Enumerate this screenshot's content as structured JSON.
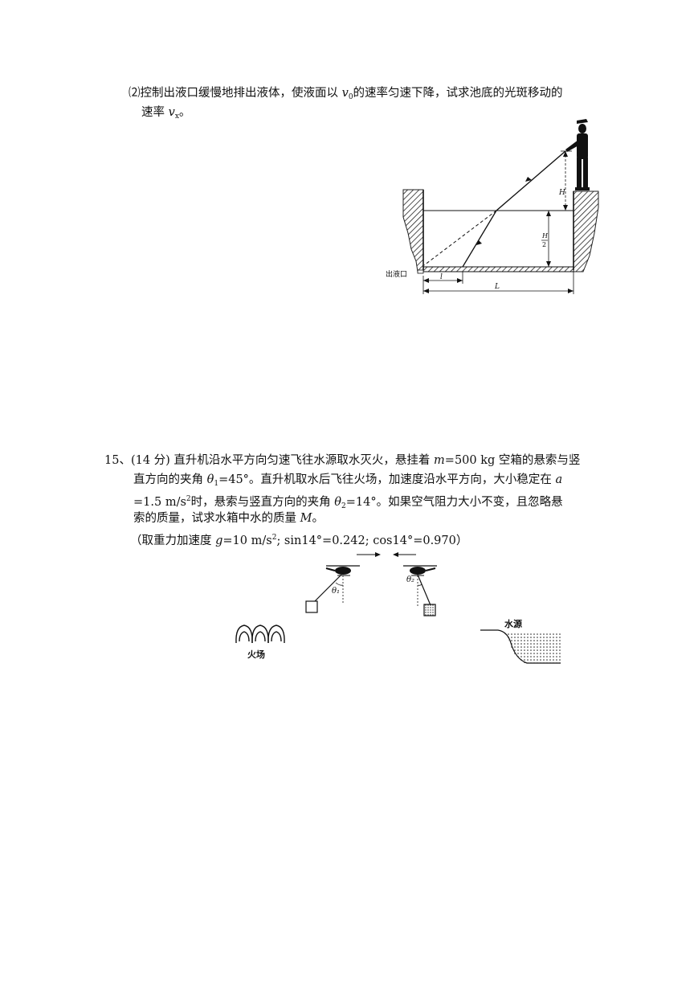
{
  "q14_part2": {
    "line1_a": "⑵控制出液口缓慢地排出液体，使液面以 ",
    "v0_sym": "v",
    "v0_sub": "0",
    "line1_b": "的速率匀速下降，试求池底的光斑移动的",
    "line2_a": "速率 ",
    "vx_sym": "v",
    "vx_sub": "x",
    "line2_b": "。"
  },
  "pool_figure": {
    "label_H": "H",
    "label_H2_num": "H",
    "label_H2_den": "2",
    "label_outlet": "出液口",
    "label_l": "l",
    "label_L": "L"
  },
  "q15": {
    "l1_a": "15、(14 分) 直升机沿水平方向匀速飞往水源取水灭火，悬挂着 ",
    "l1_m": "m",
    "l1_b": "=500 kg 空箱的悬索与竖",
    "l2_a": "直方向的夹角 ",
    "l2_theta": "θ",
    "l2_sub": "1",
    "l2_b": "=45°。直升机取水后飞往火场，加速度沿水平方向，大小稳定在 ",
    "l2_a_sym": "a",
    "l3_a": "=1.5 m/s",
    "l3_sup": "2",
    "l3_b": "时，悬索与竖直方向的夹角 ",
    "l3_theta": "θ",
    "l3_sub": "2",
    "l3_c": "=14°。如果空气阻力大小不变，且忽略悬",
    "l4_a": "索的质量，试求水箱中水的质量 ",
    "l4_M": "M",
    "l4_b": "。",
    "l5_a": "（取重力加速度 ",
    "l5_g": "g",
    "l5_b": "=10 m/s",
    "l5_sup": "2",
    "l5_c": "; sin14°=0.242; cos14°=0.970）"
  },
  "heli_figure": {
    "label_theta1": "θ₁",
    "label_theta2": "θ₂",
    "label_fire": "火场",
    "label_water": "水源"
  }
}
